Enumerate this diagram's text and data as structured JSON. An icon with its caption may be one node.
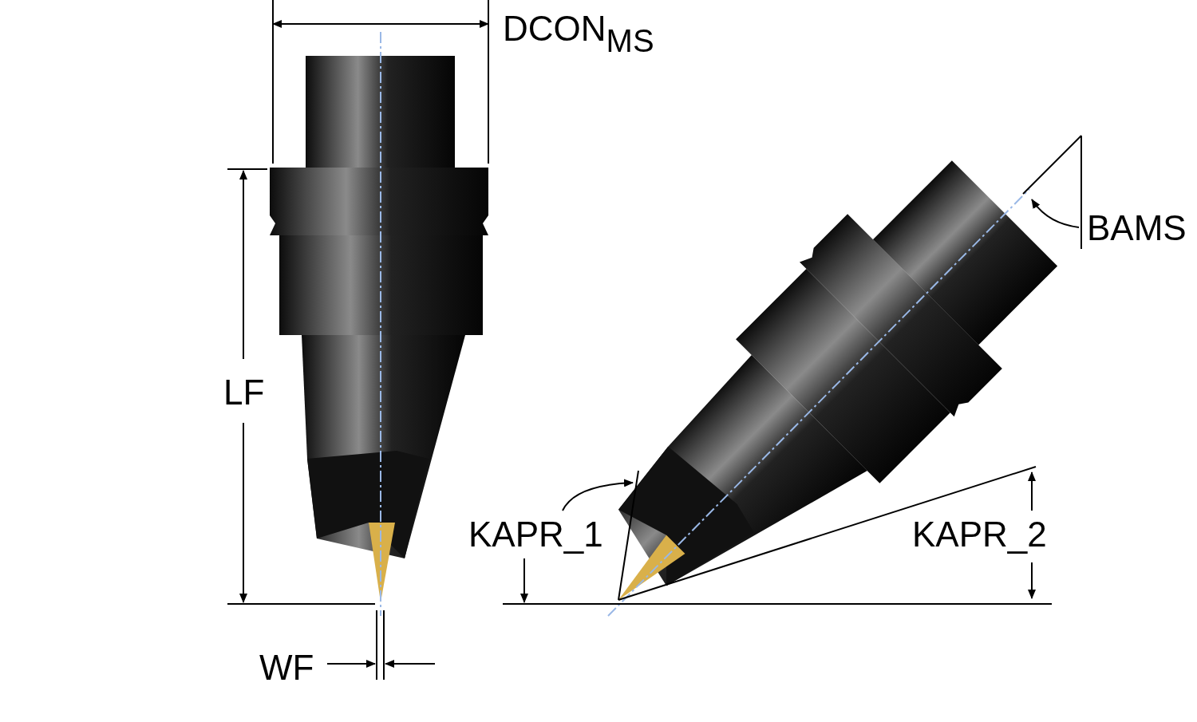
{
  "diagram": {
    "labels": [
      "DCON$_{MS}$",
      "BAMS",
      "LF",
      "KAPR_1",
      "KAPR_2",
      "WF"
    ]
  }
}
